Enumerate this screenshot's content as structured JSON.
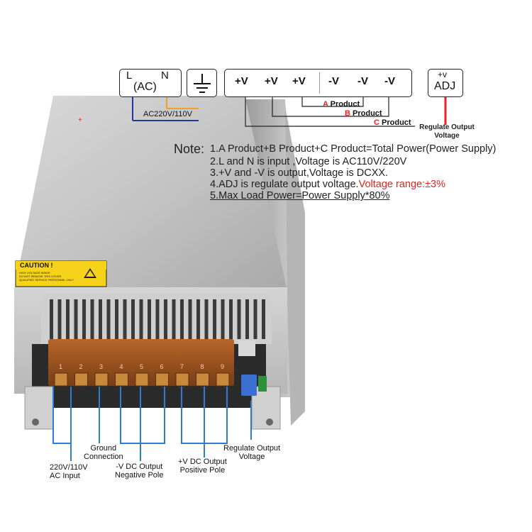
{
  "header": {
    "ac_box": {
      "l": "L",
      "n": "N",
      "ac": "(AC)",
      "voltage": "AC220V/110V"
    },
    "ground_symbol": "ground-icon",
    "output_box": {
      "labels": [
        "+V",
        "+V",
        "+V",
        "-V",
        "-V",
        "-V"
      ]
    },
    "adj_box": {
      "plus_v": "+v",
      "adj": "ADJ"
    },
    "products": [
      {
        "letter": "A",
        "text": "Product"
      },
      {
        "letter": "B",
        "text": "Product"
      },
      {
        "letter": "C",
        "text": "Product"
      }
    ],
    "regulate": {
      "line1": "Regulate Output",
      "line2": "Voltage"
    }
  },
  "notes": {
    "label": "Note:",
    "line1": "1.A Product+B Product+C Product=Total Power(Power Supply)",
    "line2": "2.L and N is input ,Voltage is AC110V/220V",
    "line3": "3.+V and  -V is output,Voltage is DCXX.",
    "line4_black": "4.ADJ is regulate output voltage.",
    "line4_red": "Voltage range:±3%",
    "line5": "5.Max Load Power=Power  Supply*80%"
  },
  "device": {
    "caution_title": "CAUTION !",
    "caution_text": [
      "HIGH VOLTAGE INSIDE",
      "DO NOT REMOVE THIS COVER",
      "QUALIFIED SERVICE PERSONNEL ONLY"
    ],
    "terminal_numbers": [
      "1",
      "2",
      "3",
      "4",
      "5",
      "6",
      "7",
      "8",
      "9"
    ]
  },
  "bottom_labels": {
    "ac_input": {
      "line1": "220V/110V",
      "line2": "AC Input"
    },
    "ground": {
      "line1": "Ground",
      "line2": "Connection"
    },
    "neg": {
      "line1": "-V DC  Output",
      "line2": "Negative Pole"
    },
    "pos": {
      "line1": "+V DC  Output",
      "line2": "Positive Pole"
    },
    "regulate": {
      "line1": "Regulate Output",
      "line2": "Voltage"
    }
  },
  "colors": {
    "accent_red": "#e8231f",
    "wire_blue": "#2a7fd4",
    "ac_orange": "#f0a030",
    "ac_blue": "#1e3a9a"
  }
}
